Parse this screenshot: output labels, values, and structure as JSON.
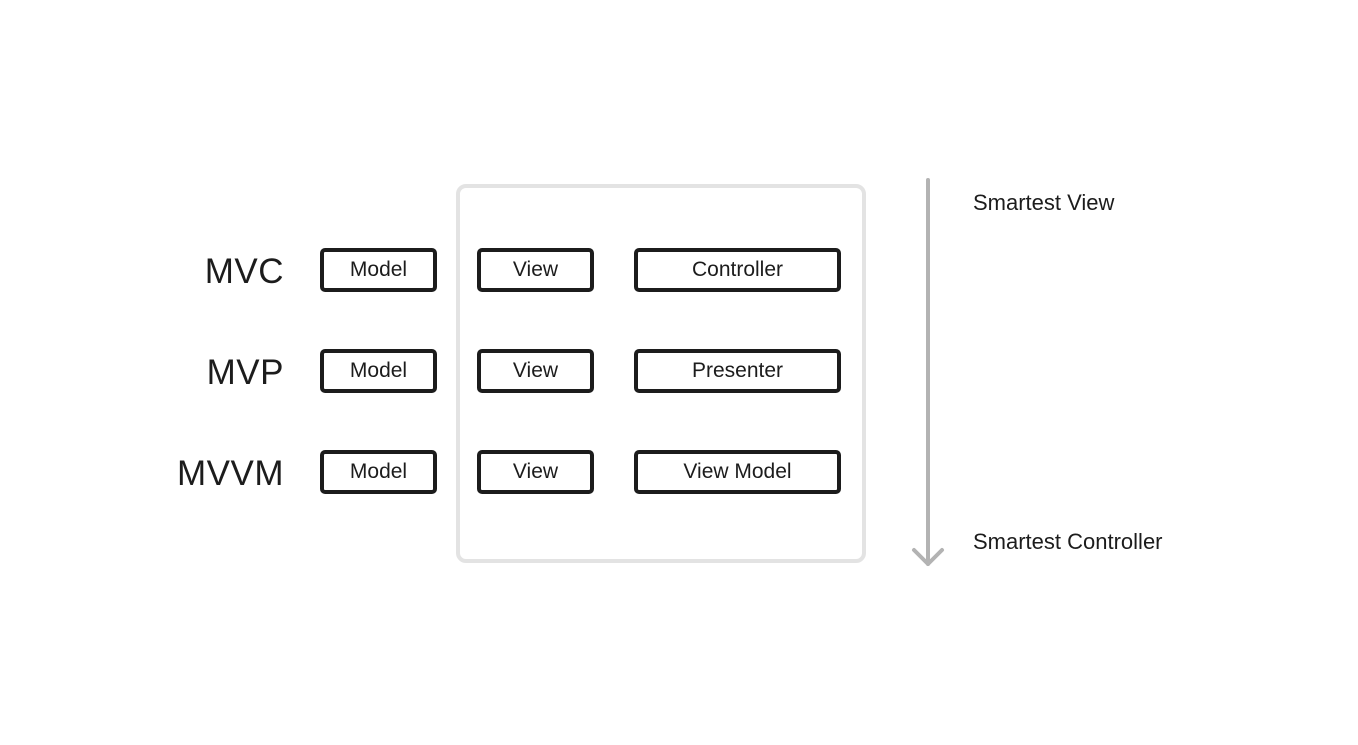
{
  "rows": [
    {
      "pattern": "MVC",
      "components": [
        "Model",
        "View",
        "Controller"
      ]
    },
    {
      "pattern": "MVP",
      "components": [
        "Model",
        "View",
        "Presenter"
      ]
    },
    {
      "pattern": "MVVM",
      "components": [
        "Model",
        "View",
        "View Model"
      ]
    }
  ],
  "spectrum": {
    "top_label": "Smartest View",
    "bottom_label": "Smartest Controller",
    "direction": "down"
  },
  "colors": {
    "box_border": "#1c1c1c",
    "frame_border": "#e3e3e3",
    "arrow": "#b3b3b3",
    "text": "#1c1c1c"
  }
}
